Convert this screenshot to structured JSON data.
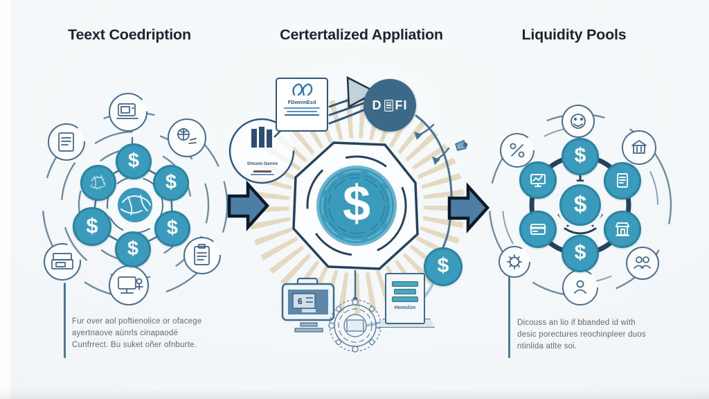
{
  "panels": {
    "left": {
      "title": "Teext Coedription",
      "caption_lines": [
        "Fur over aol poftienolice or ofacege",
        "ayertnaove aünrls cinapaodé",
        "Cunfrrect. Bu suket oñer ofnburte."
      ],
      "outer_icon_names": [
        "computer-icon",
        "document-icon",
        "globe-icon",
        "printer-icon",
        "clipboard-icon",
        "workstation-icon"
      ],
      "center_icon_name": "globe-sketch-icon"
    },
    "middle": {
      "title": "Certertalized Appliation",
      "card_label": "FDwninEsd",
      "chart_label": "Shtunn Genne",
      "defi": {
        "prefix": "D",
        "suffix": "FI"
      },
      "document_label": "Homslize",
      "monitor_screen_text": "6",
      "icon_names": [
        "bar-chart-icon",
        "defi-document-icon",
        "monitor-icon",
        "seal-emblem-icon",
        "file-icon",
        "coin-icon"
      ]
    },
    "right": {
      "title": "Liquidity Pools",
      "caption_lines": [
        "Dicouss an lio if bbanded id with",
        "desic porectures reochinpleer duos",
        "ntinlida atlte soi."
      ],
      "outer_icon_names": [
        "smiley-icon",
        "percent-icon",
        "bank-icon",
        "gear-icon",
        "people-icon",
        "person-icon"
      ],
      "node_icon_names": [
        "dollar",
        "monitor-icon",
        "document-icon",
        "card-icon",
        "shop-icon",
        "dollar"
      ]
    }
  },
  "symbols": {
    "dollar": "$"
  },
  "colors": {
    "teal": "#3b9bbd",
    "navy_outline": "#24415e",
    "steel_arrow": "#4d7ea6",
    "arrow_border": "#0c1a28",
    "sunburst_beige": "#e2d8be",
    "badge_blue": "#3d6988",
    "title_text": "#1b2531",
    "caption_text": "#5b6a77",
    "caption_bar": "#4879a3"
  }
}
